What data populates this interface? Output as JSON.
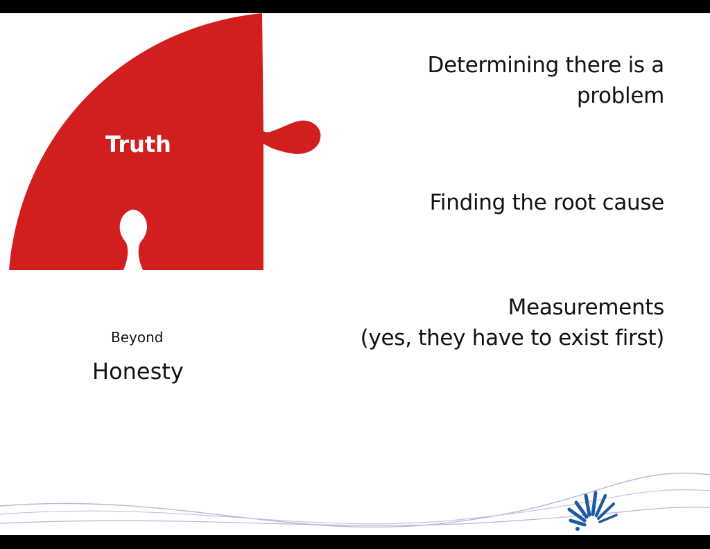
{
  "slide": {
    "puzzle_label": "Truth",
    "beyond_label": "Beyond",
    "honesty_label": "Honesty",
    "items": [
      {
        "line1": "Determining there is a",
        "line2": "problem"
      },
      {
        "line1": "Finding the root cause",
        "line2": ""
      },
      {
        "line1": "Measurements",
        "line2": "(yes, they have to exist first)"
      }
    ]
  },
  "colors": {
    "background": "#000000",
    "slide": "#ffffff",
    "puzzle_red": "#d11f1f",
    "wave_line": "#b8b4d6",
    "logo_blue": "#1e5aa0"
  },
  "icons": {
    "puzzle": "puzzle-piece-icon",
    "logo": "starburst-logo-icon"
  }
}
